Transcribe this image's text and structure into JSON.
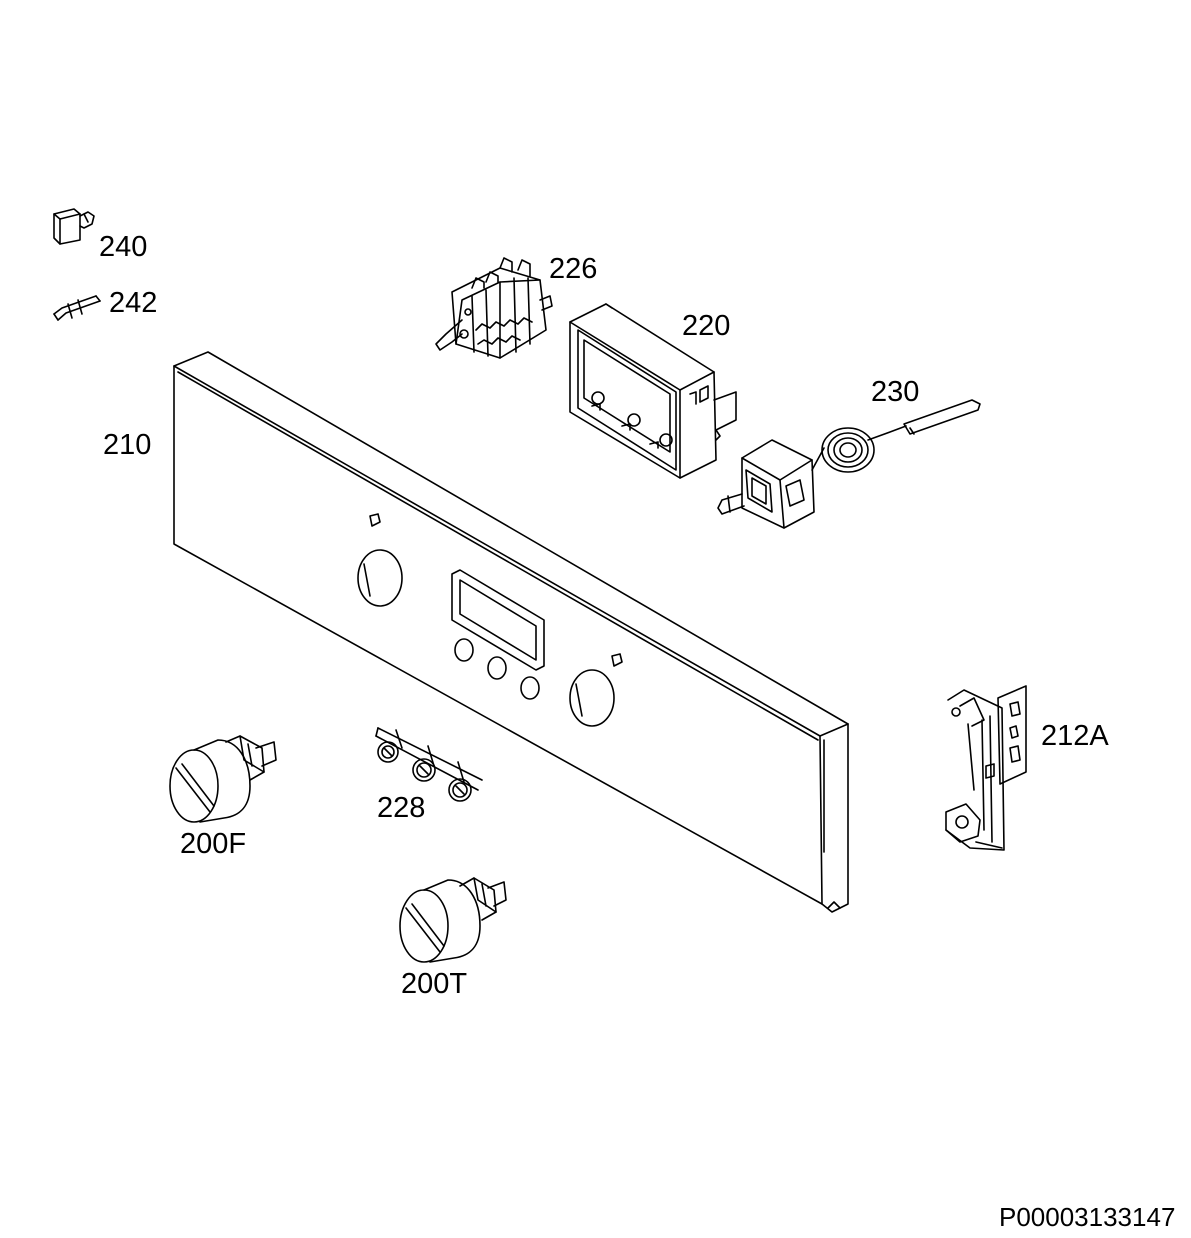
{
  "labels": {
    "p240": "240",
    "p242": "242",
    "p226": "226",
    "p220": "220",
    "p230": "230",
    "p210": "210",
    "p212A": "212A",
    "p228": "228",
    "p200F": "200F",
    "p200T": "200T"
  },
  "drawing_code": "P00003133147"
}
